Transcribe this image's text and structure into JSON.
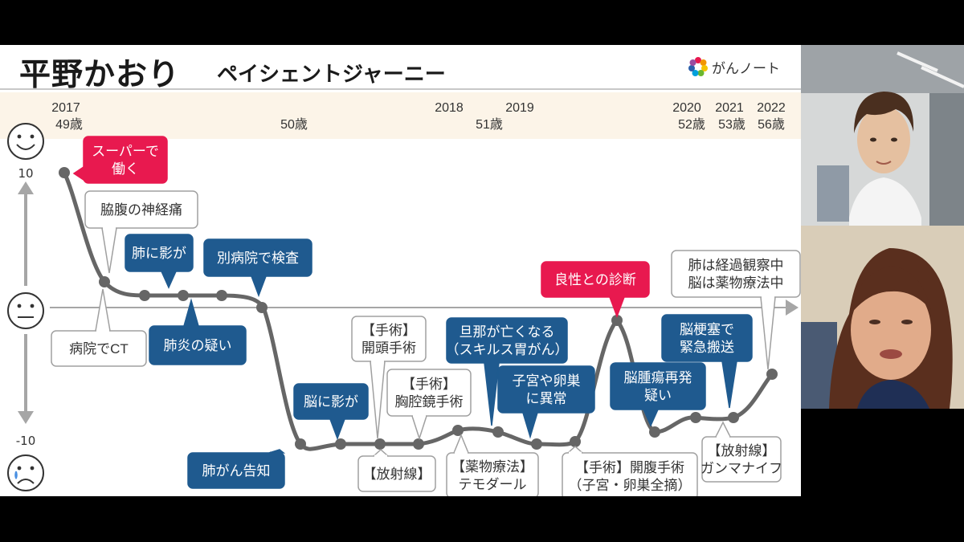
{
  "slide": {
    "title": "平野かおり",
    "subtitle": "ペイシェントジャーニー",
    "logo_text": "がんノート"
  },
  "timeline": {
    "years": [
      {
        "year": "2017",
        "age": "49歳"
      },
      {
        "year": "",
        "age": "50歳"
      },
      {
        "year": "2018",
        "age": ""
      },
      {
        "year": "",
        "age": "51歳"
      },
      {
        "year": "2019",
        "age": ""
      },
      {
        "year": "2020",
        "age": "52歳"
      },
      {
        "year": "2021",
        "age": "53歳"
      },
      {
        "year": "2022",
        "age": "56歳"
      }
    ]
  },
  "scale": {
    "top_value": "10",
    "bottom_value": "-10"
  },
  "events": [
    {
      "key": "super",
      "text": "スーパーで\n働く",
      "style": "red"
    },
    {
      "key": "nerve",
      "text": "脇腹の神経痛",
      "style": "white"
    },
    {
      "key": "lung_shadow",
      "text": "肺に影が",
      "style": "blue"
    },
    {
      "key": "other_hospital",
      "text": "別病院で検査",
      "style": "blue"
    },
    {
      "key": "ct",
      "text": "病院でCT",
      "style": "white"
    },
    {
      "key": "pneumonia",
      "text": "肺炎の疑い",
      "style": "blue"
    },
    {
      "key": "diagnosis",
      "text": "肺がん告知",
      "style": "blue"
    },
    {
      "key": "brain_shadow",
      "text": "脳に影が",
      "style": "blue"
    },
    {
      "key": "craniotomy",
      "text": "【手術】\n開頭手術",
      "style": "white"
    },
    {
      "key": "thoracoscopy",
      "text": "【手術】\n胸腔鏡手術",
      "style": "white"
    },
    {
      "key": "radiation1",
      "text": "【放射線】",
      "style": "white"
    },
    {
      "key": "drug",
      "text": "【薬物療法】\nテモダール",
      "style": "white"
    },
    {
      "key": "husband",
      "text": "旦那が亡くなる\n（スキルス胃がん）",
      "style": "blue"
    },
    {
      "key": "uterus",
      "text": "子宮や卵巣\nに異常",
      "style": "blue"
    },
    {
      "key": "laparotomy",
      "text": "【手術】開腹手術\n（子宮・卵巣全摘）",
      "style": "white"
    },
    {
      "key": "benign",
      "text": "良性との診断",
      "style": "red"
    },
    {
      "key": "recurrence",
      "text": "脳腫瘍再発\n疑い",
      "style": "blue"
    },
    {
      "key": "infarction",
      "text": "脳梗塞で\n緊急搬送",
      "style": "blue"
    },
    {
      "key": "gamma",
      "text": "【放射線】\nガンマナイフ",
      "style": "white"
    },
    {
      "key": "status",
      "text": "肺は経過観察中\n脳は薬物療法中",
      "style": "white"
    }
  ],
  "colors": {
    "red": "#e8194f",
    "blue": "#1f5a8f",
    "line": "#666666",
    "axis": "#a6a6a6",
    "header_band": "#fcf4e8"
  },
  "icons": [
    "happy-face-icon",
    "neutral-face-icon",
    "sad-face-icon",
    "up-down-arrow-icon",
    "logo-flower-icon"
  ],
  "video_panels": [
    {
      "name": "male-participant"
    },
    {
      "name": "female-participant"
    }
  ]
}
